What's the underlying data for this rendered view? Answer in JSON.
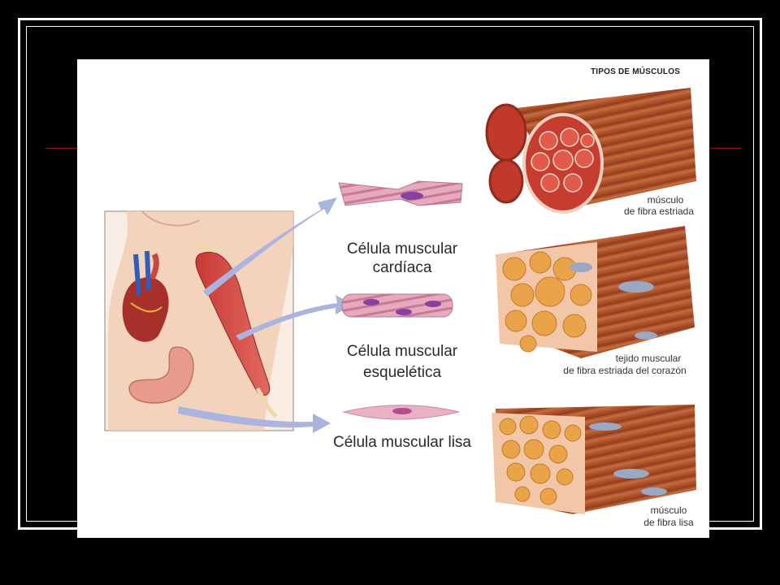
{
  "diagram": {
    "header": "TIPOS DE MÚSCULOS",
    "cells": {
      "cardiac_line1": "Célula muscular",
      "cardiac_line2": "cardíaca",
      "skeletal_line1": "Célula muscular",
      "skeletal_line2": "esquelética",
      "smooth": "Célula muscular lisa"
    },
    "tissues": {
      "striated_line1": "músculo",
      "striated_line2": "de fibra estriada",
      "heart_line1": "tejido muscular",
      "heart_line2": "de fibra estriada del corazón",
      "smooth_line1": "músculo",
      "smooth_line2": "de fibra lisa"
    }
  },
  "colors": {
    "background": "#000000",
    "panel": "#ffffff",
    "muscle": "#b5562e",
    "arrow": "#aab4de",
    "cell_pink": "#e7a9bd",
    "nucleus": "#8a3fa3"
  }
}
